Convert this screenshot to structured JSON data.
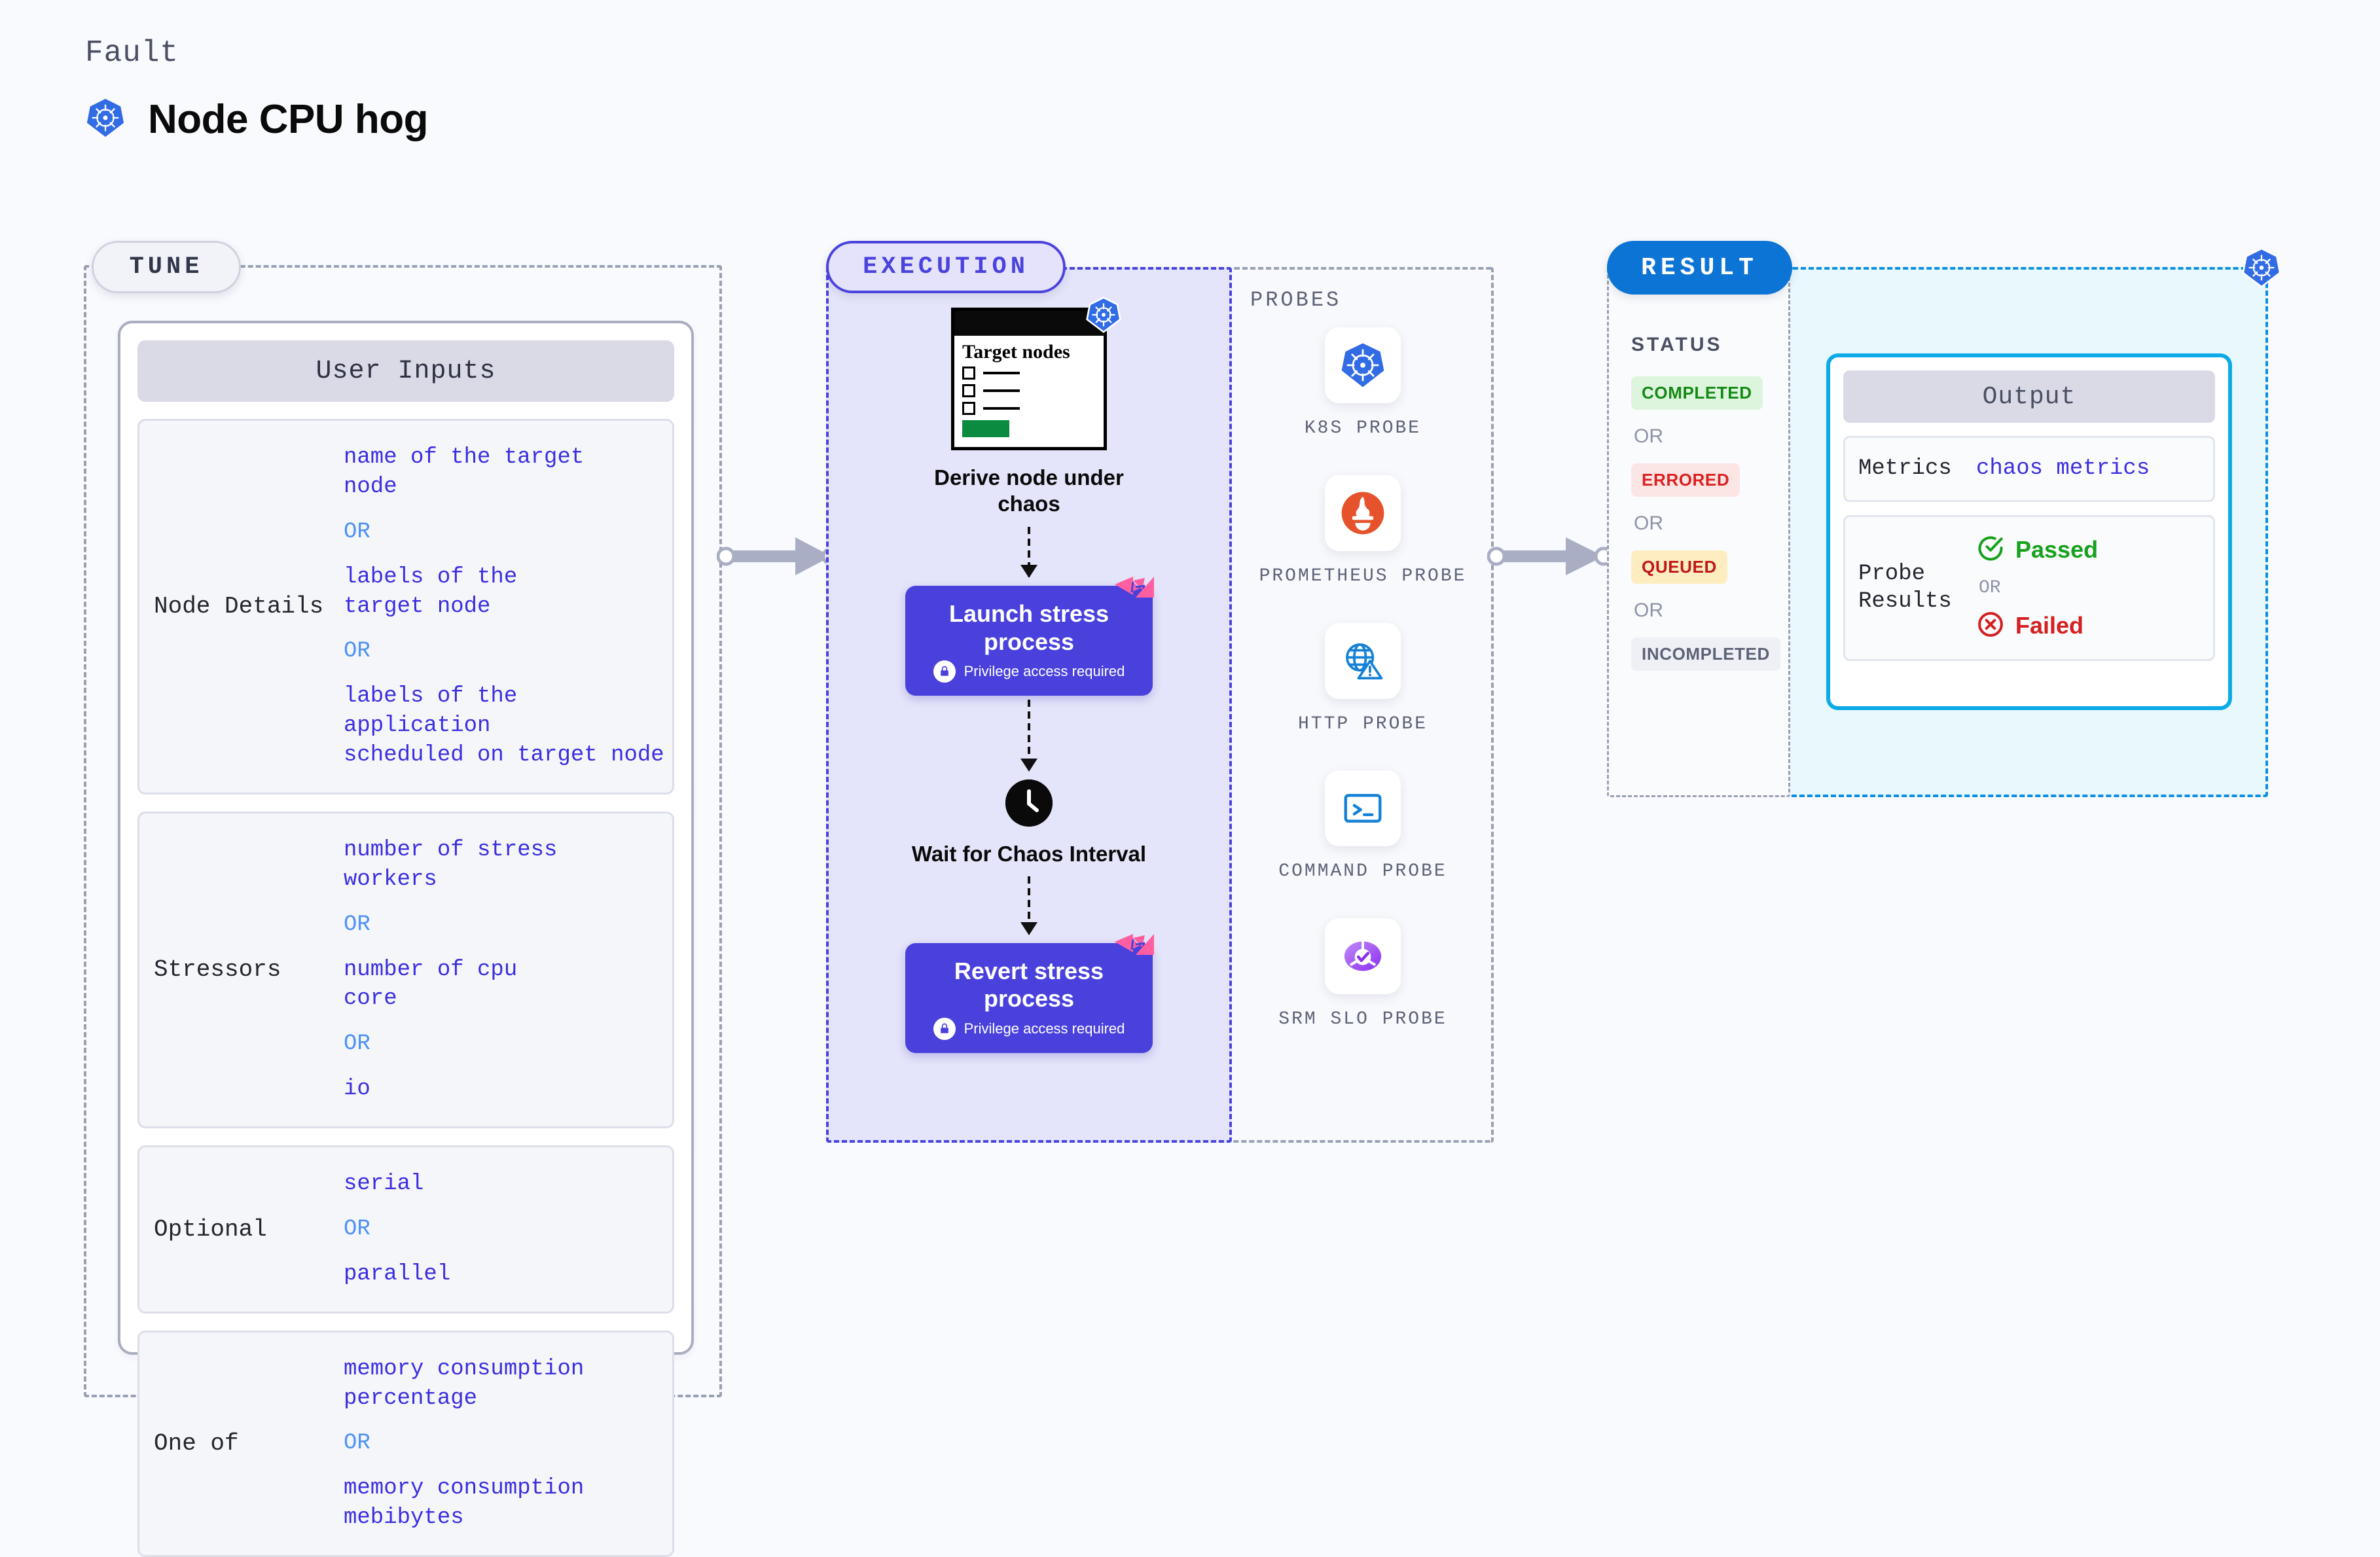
{
  "header": {
    "fault_label": "Fault",
    "title": "Node CPU hog",
    "icon": "kubernetes-icon"
  },
  "tune": {
    "tag": "TUNE",
    "card_title": "User Inputs",
    "rows": [
      {
        "label": "Node Details",
        "values": [
          "name of the target\nnode",
          "labels of the\ntarget node",
          "labels of the application\n scheduled on target node"
        ],
        "separator": "OR"
      },
      {
        "label": "Stressors",
        "values": [
          "number of stress\nworkers",
          "number of cpu\ncore",
          "io"
        ],
        "separator": "OR"
      },
      {
        "label": "Optional",
        "values": [
          "serial",
          "parallel"
        ],
        "separator": "OR"
      },
      {
        "label": "One of",
        "values": [
          "memory consumption\npercentage",
          "memory consumption\nmebibytes"
        ],
        "separator": "OR"
      }
    ]
  },
  "execution": {
    "tag": "EXECUTION",
    "target_card": {
      "title": "Target\nnodes",
      "icon": "kubernetes-icon",
      "checkbox_count": 3
    },
    "steps": [
      {
        "caption": "Derive node under chaos",
        "icon": "target-nodes-card"
      },
      {
        "caption": "Launch stress process",
        "sub": "Privilege access required",
        "icon": "lock-icon",
        "type": "action"
      },
      {
        "caption": "Wait for Chaos Interval",
        "icon": "clock-icon"
      },
      {
        "caption": "Revert stress process",
        "sub": "Privilege access required",
        "icon": "lock-icon",
        "type": "action"
      }
    ],
    "probes_label": "PROBES",
    "probes": [
      {
        "label": "K8S PROBE",
        "icon": "kubernetes-icon"
      },
      {
        "label": "PROMETHEUS PROBE",
        "icon": "prometheus-icon"
      },
      {
        "label": "HTTP PROBE",
        "icon": "globe-warning-icon"
      },
      {
        "label": "COMMAND PROBE",
        "icon": "terminal-icon"
      },
      {
        "label": "SRM SLO PROBE",
        "icon": "slo-donut-check-icon"
      }
    ]
  },
  "result": {
    "tag": "RESULT",
    "status_label": "STATUS",
    "separator": "OR",
    "statuses": [
      {
        "label": "COMPLETED",
        "bg": "#ddf5dd",
        "fg": "#148a15"
      },
      {
        "label": "ERRORED",
        "bg": "#fbe5e5",
        "fg": "#dc2020"
      },
      {
        "label": "QUEUED",
        "bg": "#fdedc0",
        "fg": "#c01616"
      },
      {
        "label": "INCOMPLETED",
        "bg": "#eef0f5",
        "fg": "#5d6277"
      }
    ],
    "corner_icon": "kubernetes-icon",
    "output": {
      "title": "Output",
      "metrics_label": "Metrics",
      "metrics_value": "chaos metrics",
      "probe_results_label": "Probe\nResults",
      "passed": "Passed",
      "failed": "Failed",
      "separator": "OR",
      "passed_color": "#17a11c",
      "failed_color": "#d51f1f"
    }
  },
  "colors": {
    "accent_purple": "#4a41dd",
    "accent_blue": "#0c74d4",
    "accent_cyan": "#0cabe8",
    "k8s_blue": "#326ce5",
    "ribbon_pink": "#ff5fa0",
    "background": "#f9fafe"
  }
}
